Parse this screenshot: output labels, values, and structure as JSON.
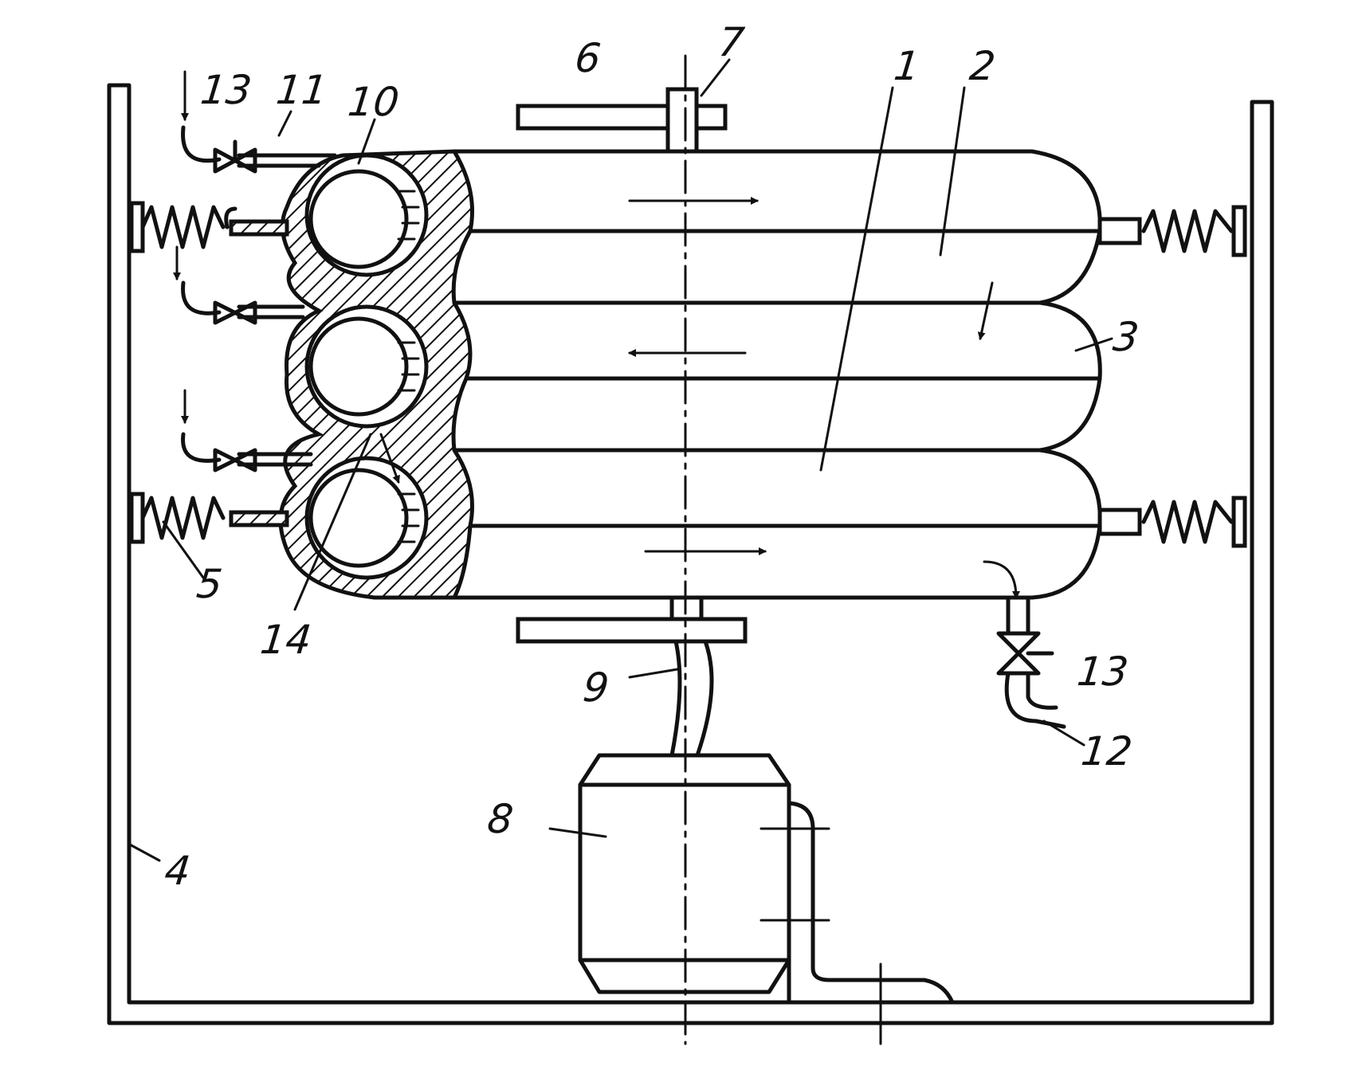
{
  "diagram": {
    "labels": {
      "l1": "1",
      "l2": "2",
      "l3": "3",
      "l4": "4",
      "l5": "5",
      "l6": "6",
      "l7": "7",
      "l8": "8",
      "l9": "9",
      "l10": "10",
      "l11": "11",
      "l12": "12",
      "l13a": "13",
      "l13b": "13",
      "l14": "14"
    },
    "ink_color": "#111111",
    "paper_color": "#ffffff"
  }
}
